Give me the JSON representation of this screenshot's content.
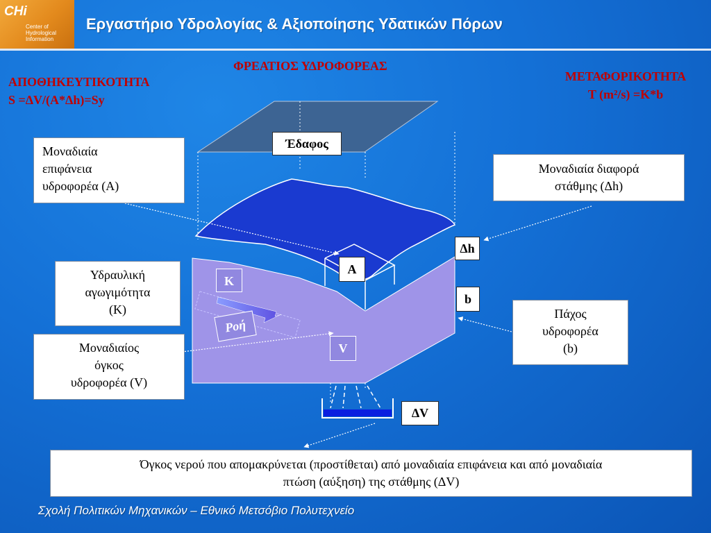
{
  "logo": {
    "abbr": "CHi",
    "line1": "Center of",
    "line2": "Hydrological",
    "line3": "Information"
  },
  "header": {
    "title": "Εργαστήριο Υδρολογίας & Αξιοποίησης Υδατικών Πόρων"
  },
  "main": {
    "title": "ΦΡΕΑΤΙΟΣ ΥΔΡΟΦΟΡΕΑΣ",
    "storativity": {
      "heading": "ΑΠΟΘΗΚΕΥΤΙΚΟΤΗΤΑ",
      "formula": "S =ΔV/(A*Δh)=Sy"
    },
    "transmissivity": {
      "heading": "ΜΕΤΑΦΟΡΙΚΟΤΗΤΑ",
      "formula": "T (m²/s) =K*b"
    }
  },
  "callouts": {
    "unit_area": [
      "Μοναδιαία",
      "επιφάνεια",
      "υδροφορέα (Α)"
    ],
    "unit_head": [
      "Μοναδιαία διαφορά",
      "στάθμης (Δh)"
    ],
    "conductivity": [
      "Υδραυλική",
      "αγωγιμότητα",
      "(Κ)"
    ],
    "unit_volume": [
      "Μοναδιαίος",
      "όγκος",
      "υδροφορέα (V)"
    ],
    "thickness": [
      "Πάχος",
      "υδροφορέα",
      "(b)"
    ],
    "definition": [
      "Όγκος νερού που απομακρύνεται (προστίθεται) από μοναδιαία επιφάνεια και από μοναδιαία",
      "πτώση (αύξηση) της στάθμης (ΔV)"
    ]
  },
  "diagram_labels": {
    "soil": "Έδαφος",
    "area": "A",
    "head": "Δh",
    "thickness": "b",
    "conductivity": "K",
    "flow": "Ροή",
    "volume": "V",
    "delta_v": "ΔV"
  },
  "footer": {
    "text": "Σχολή Πολιτικών Μηχανικών – Εθνικό Μετσόβιο Πολυτεχνείο"
  },
  "colors": {
    "title_red": "#c00000",
    "water_table": "#1436c9",
    "aquifer": "#9c8fe6",
    "soil": "#3a6191"
  }
}
